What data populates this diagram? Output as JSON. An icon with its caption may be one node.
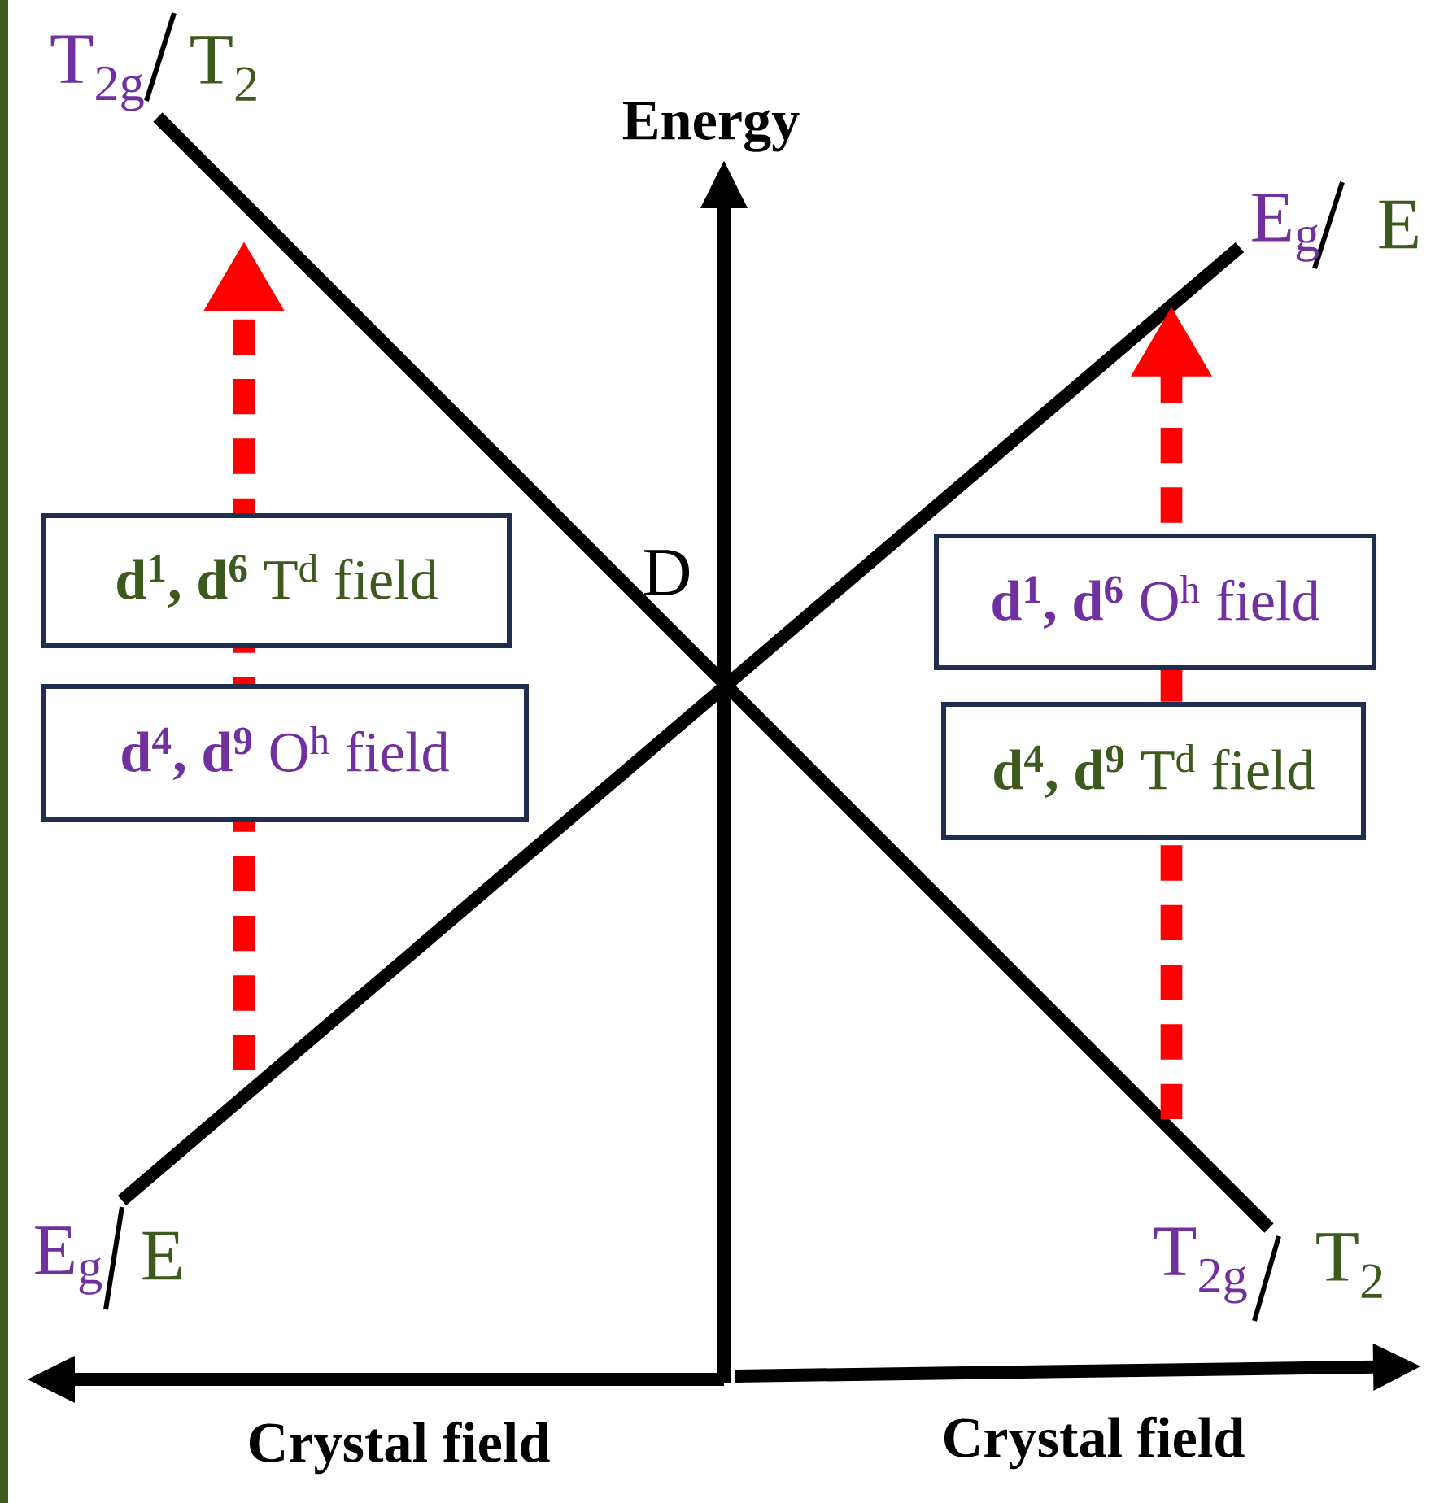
{
  "diagram": {
    "nodes": [
      {
        "text": [
          "**d$^{1}$, d$^{6}$** T$^{d}$ field"
        ]
      },
      {
        "text": [
          "**d$^{4}$, d$^{9}$** O$^{h}$ field"
        ]
      },
      {
        "text": [
          "**d$^{1}$, d$^{6}$** O$^{h}$ field"
        ]
      },
      {
        "text": [
          "**d$^{4}$, d$^{9}$** T$^{d}$ field"
        ]
      }
    ],
    "labels": [
      "T$_{2g}$",
      "T$_{2}$",
      "Energy",
      "E$_{g}$",
      "E",
      "D",
      "E$_{g}$",
      "E",
      "T$_{2g}$",
      "T$_{2}$",
      "Crystal field",
      "Crystal field"
    ]
  }
}
